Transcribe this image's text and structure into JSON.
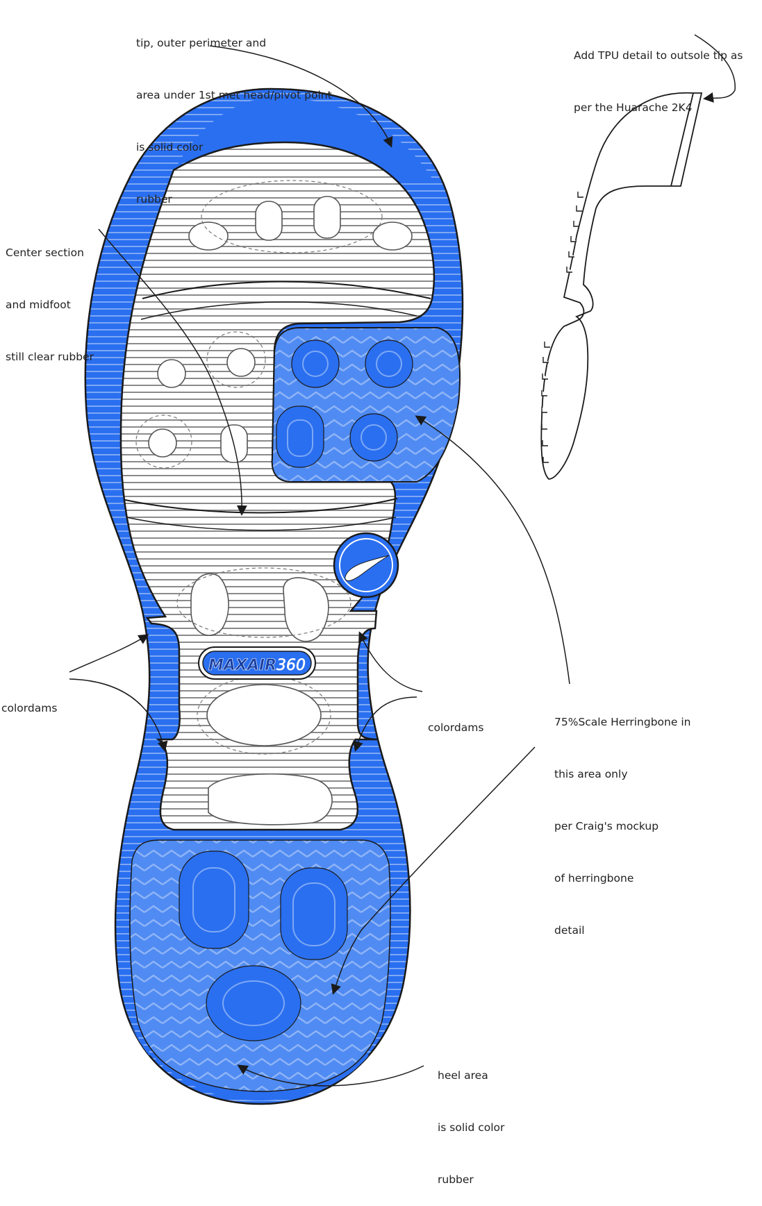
{
  "annotations": {
    "toe_note": [
      "tip, outer perimeter and",
      "area under 1st met head/pivot point",
      "is solid color",
      "rubber"
    ],
    "tpu_note": [
      "Add TPU detail to outsole tip as",
      "per the Huarache 2K4"
    ],
    "center_note": [
      "Center section",
      "and midfoot",
      "still clear rubber"
    ],
    "colordams_left": "colordams",
    "colordams_right": "colordams",
    "herringbone_note": [
      "75%Scale Herringbone in",
      "this area only",
      "per Craig's mockup",
      "of herringbone",
      "detail"
    ],
    "heel_note": [
      "heel area",
      "is solid color",
      "rubber"
    ]
  },
  "badge": {
    "part1": "MAXAIR",
    "part2": "360"
  },
  "logo": {
    "name": "swoosh-logo"
  },
  "colors": {
    "solid_rubber": "#2a6ff0",
    "herringbone": "#5590f2",
    "clear_rubber": "#ffffff",
    "line": "#1a1a1a",
    "rib": "#9a9a9a"
  }
}
